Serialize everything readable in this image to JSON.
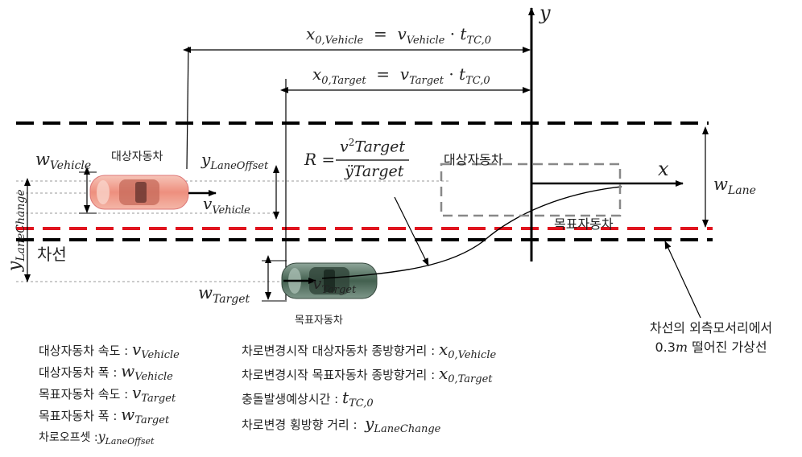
{
  "axes": {
    "y_label": "y",
    "x_label": "x"
  },
  "formulas": {
    "x0_vehicle": {
      "lhs": "x",
      "lhs_sub": "0,Vehicle",
      "eq": "=",
      "v": "v",
      "v_sub": "Vehicle",
      "dot": "·",
      "t": "t",
      "t_sub": "TC,0"
    },
    "x0_target": {
      "lhs": "x",
      "lhs_sub": "0,Target",
      "eq": "=",
      "v": "v",
      "v_sub": "Target",
      "dot": "·",
      "t": "t",
      "t_sub": "TC,0"
    },
    "radius": {
      "lhs": "R =",
      "num_v": "v",
      "num_sup": "2",
      "num_rest": "Target",
      "den": "ÿTarget"
    }
  },
  "labels": {
    "vehicle_car": "대상자동차",
    "target_car": "목표자동차",
    "vehicle_box": "대상자동차",
    "target_box": "목표자동차",
    "lane": "차선",
    "virtual_line_1": "차선의 외측모서리에서",
    "virtual_line_2_value": "0.3",
    "virtual_line_2_unit": "m",
    "virtual_line_2_rest": " 떨어진 가상선",
    "w_vehicle": {
      "main": "w",
      "sub": "Vehicle"
    },
    "w_target": {
      "main": "w",
      "sub": "Target"
    },
    "w_lane": {
      "main": "w",
      "sub": "Lane"
    },
    "y_lane_offset": {
      "main": "y",
      "sub": "LaneOffset"
    },
    "y_lane_change": {
      "main": "y",
      "sub": "LaneChange"
    },
    "v_vehicle": {
      "main": "v",
      "sub": "Vehicle"
    },
    "v_target": {
      "main": "v",
      "sub": "Target"
    }
  },
  "legend_left": [
    {
      "text": "대상자동차 속도 :",
      "sym": "v",
      "sub": "Vehicle"
    },
    {
      "text": "대상자동차 폭 :",
      "sym": "w",
      "sub": "Vehicle"
    },
    {
      "text": "목표자동차 속도 :",
      "sym": "v",
      "sub": "Target"
    },
    {
      "text": "목표자동차 폭 :",
      "sym": "w",
      "sub": "Target"
    },
    {
      "text": "차로오프셋 :",
      "sym": "y",
      "sub": "LaneOffset"
    }
  ],
  "legend_right": [
    {
      "text": "차로변경시작 대상자동차 종방향거리 :",
      "sym": "x",
      "sub": "0,Vehicle"
    },
    {
      "text": "차로변경시작 목표자동차 종방향거리 :",
      "sym": "x",
      "sub": "0,Target"
    },
    {
      "text": "충돌발생예상시간 :",
      "sym": "t",
      "sub": "TC,0"
    },
    {
      "text": "차로변경 횡방향 거리 :",
      "sym": "y",
      "sub": "LaneChange"
    }
  ],
  "colors": {
    "lane_black": "#000000",
    "lane_red": "#e0141e",
    "box_gray": "#888888",
    "vehicle_car": "#f0a090",
    "target_car": "#4f6b5e"
  }
}
